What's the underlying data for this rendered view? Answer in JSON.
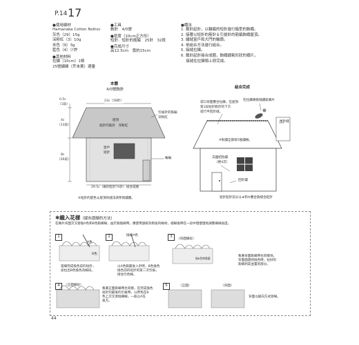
{
  "page": {
    "label": "P.14",
    "number": "17",
    "folio": "44"
  },
  "materials": {
    "header": "使用線材",
    "lines": [
      "Hamanaka Cotton Nottoc",
      "灰色（29）15g",
      "深粉紅（3）10g",
      "米色（9）3g",
      "藍色（4）少許"
    ],
    "other_header": "其他材料",
    "other_lines": [
      "拉鍊（10cm）1條",
      "25號繡線（芥末黃）適量"
    ]
  },
  "tools": {
    "header": "工具",
    "value": "鉤針　4/0號"
  },
  "gauge": {
    "header": "密度（10cm正方形）",
    "value": "短針．短針的筋編　25針　32段"
  },
  "size": {
    "header": "完成尺寸",
    "value": "高12.5cm　寬約15cm"
  },
  "steps": {
    "header": "織法",
    "items": [
      "1. 鎖針起針，以輪編的短針進行箱型的鉤織。",
      "2. 接著以短針的筋針＆引拔針的筋編鉤織屋頂。",
      "3. 繡縫窗戶和大門的輪廓。",
      "4. 依組合方法進行組合。",
      "5. 接縫拉鍊。",
      "6. 鎖針起針接合成圈，鉤織鏽氣形狀的織片，",
      "　 接縫在拉鍊頭上即完成。"
    ]
  },
  "diagram": {
    "title": "本體",
    "subtitle": "4/0號鉤針",
    "dim_top_left": "0.5c",
    "dim_top_left_sub": "（1段）",
    "dim_mid_left": "4c",
    "dim_mid_left_sub": "（13段）",
    "dim_low_left": "8c",
    "dim_low_left_sub": "（26段）",
    "top_width": "23c（58針）",
    "roof_label_1": "屋頂",
    "roof_label_2": "短針的筋針　深粉紅",
    "right_label_1": "引拔針的筋編",
    "right_label_2": "深粉紅",
    "window_label_1": "窗戶",
    "window_label_2": "短針",
    "body_label": "輪編",
    "bottom_width": "29.5c（鎖針起針74針）接合成圈",
    "footnote": "※短針的配色＆屋頂的縫法請參照繡圖。"
  },
  "assembly": {
    "title": "組合完成",
    "zipper_label": "在拉鍊頭接縫鏽氣織片",
    "pocket_label_1": "袋口背面疊合拉鍊，在屋頂",
    "pocket_label_2": "第1段短針鉤針的下方",
    "pocket_label_3": "進行半回針縫。",
    "lock_label": "捲針縫",
    "embroidery_label": "※對繡全部取5股繡線。",
    "satin_label_1": "法國結粒繡",
    "satin_label_2": "（捲4次）",
    "backstitch_label": "回針繡",
    "outline_label": "短針起針前分＆★和※疊合鉤縫合起針"
  },
  "technique": {
    "title": "織入花樣",
    "title_note": "（縱向渡線的方法）",
    "intro": "在織片背面交叉替換A色和B色鉤織線，由於鉤換線時，應使用遠較為稍長的線材，縫線換時在一段中慢慢慢地調整織線長度。",
    "steps": [
      {
        "num": "1",
        "text": [
          "當織完成換色前的短針，",
          "加拉出B色換色為線段。"
        ],
        "tag_a": "A色",
        "tag_b": "B色"
      },
      {
        "num": "2",
        "text": [
          "以A色鉤最後入針時，B色換色",
          "換色前的短針的第二次引拔，",
          "接住引色線。"
        ],
        "tag_a": "換線A色"
      },
      {
        "num": "3",
        "text": [
          "看著背面鉤織時也同樣地，",
          "背面面遇到換色時，拉好的",
          "鉤織到其並置的部分。"
        ],
        "tag_a": "〈背面織段〉",
        "tag_b": "換B色時需要"
      },
      {
        "num": "4",
        "text": [
          "看著正面鉤織時也同樣，在完成換色",
          "短針的最後的引拔時，以原色在B",
          "色上交叉渡換織線，一般以A在",
          "後方。"
        ],
        "tag_a": "〈正面織段〉"
      },
      {
        "num": "5",
        "text": [
          "背面以縱向方式渡線。"
        ],
        "tag_a": "〈正面〉",
        "tag_b": "〈背面〉"
      }
    ]
  },
  "colors": {
    "roof": "#bdbdbd",
    "body": "#d9d9d9",
    "accent": "#555555",
    "window": "#4a4a4a"
  }
}
